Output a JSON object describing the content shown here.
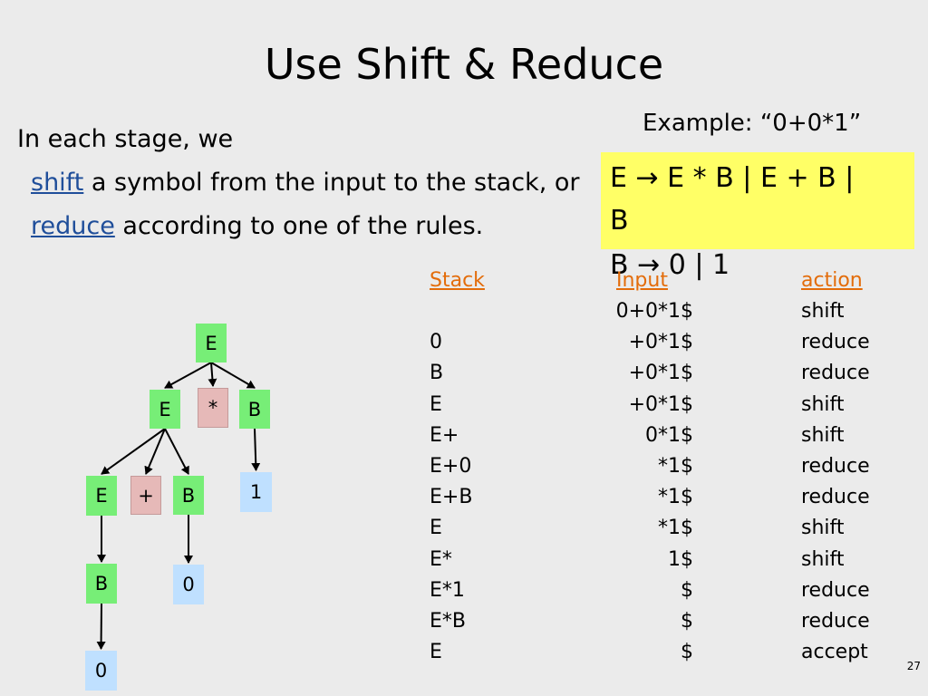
{
  "slide": {
    "title": "Use Shift & Reduce",
    "intro": "In each stage, we",
    "line1_link": "shift",
    "line1_text": " a symbol from the input to the stack, or",
    "line2_link": "reduce",
    "line2_text": " according to one of the rules.",
    "example": "Example: “0+0*1”",
    "grammar": [
      "E → E * B | E + B |",
      "B",
      "B → 0 | 1"
    ],
    "page_number": "27"
  },
  "table": {
    "headers": {
      "stack": "Stack",
      "input": "Input",
      "action": "action"
    },
    "rows": [
      {
        "stack": "",
        "input": "0+0*1$",
        "action": "shift"
      },
      {
        "stack": "0",
        "input": "+0*1$",
        "action": "reduce"
      },
      {
        "stack": "B",
        "input": "+0*1$",
        "action": "reduce"
      },
      {
        "stack": "E",
        "input": "+0*1$",
        "action": "shift"
      },
      {
        "stack": "E+",
        "input": "0*1$",
        "action": "shift"
      },
      {
        "stack": "E+0",
        "input": "*1$",
        "action": "reduce"
      },
      {
        "stack": "E+B",
        "input": "*1$",
        "action": "reduce"
      },
      {
        "stack": "E",
        "input": "*1$",
        "action": "shift"
      },
      {
        "stack": "E*",
        "input": "1$",
        "action": "shift"
      },
      {
        "stack": "E*1",
        "input": "$",
        "action": "reduce"
      },
      {
        "stack": "E*B",
        "input": "$",
        "action": "reduce"
      },
      {
        "stack": "E",
        "input": "$",
        "action": "accept"
      }
    ]
  },
  "tree": {
    "nodes": [
      {
        "id": "root",
        "label": "E",
        "kind": "nonterminal"
      },
      {
        "id": "e2",
        "label": "E",
        "kind": "nonterminal"
      },
      {
        "id": "star",
        "label": "*",
        "kind": "operator"
      },
      {
        "id": "b2",
        "label": "B",
        "kind": "nonterminal"
      },
      {
        "id": "one",
        "label": "1",
        "kind": "terminal"
      },
      {
        "id": "e3",
        "label": "E",
        "kind": "nonterminal"
      },
      {
        "id": "plus",
        "label": "+",
        "kind": "operator"
      },
      {
        "id": "b3",
        "label": "B",
        "kind": "nonterminal"
      },
      {
        "id": "zero1",
        "label": "0",
        "kind": "terminal"
      },
      {
        "id": "b4",
        "label": "B",
        "kind": "nonterminal"
      },
      {
        "id": "zero2",
        "label": "0",
        "kind": "terminal"
      }
    ],
    "edges": [
      [
        "root",
        "e2"
      ],
      [
        "root",
        "star"
      ],
      [
        "root",
        "b2"
      ],
      [
        "b2",
        "one"
      ],
      [
        "e2",
        "e3"
      ],
      [
        "e2",
        "plus"
      ],
      [
        "e2",
        "b3"
      ],
      [
        "b3",
        "zero1"
      ],
      [
        "e3",
        "b4"
      ],
      [
        "b4",
        "zero2"
      ]
    ],
    "colors": {
      "nonterminal": "#77ee77",
      "operator": "#e6b9b8",
      "terminal": "#bfe0ff"
    }
  }
}
